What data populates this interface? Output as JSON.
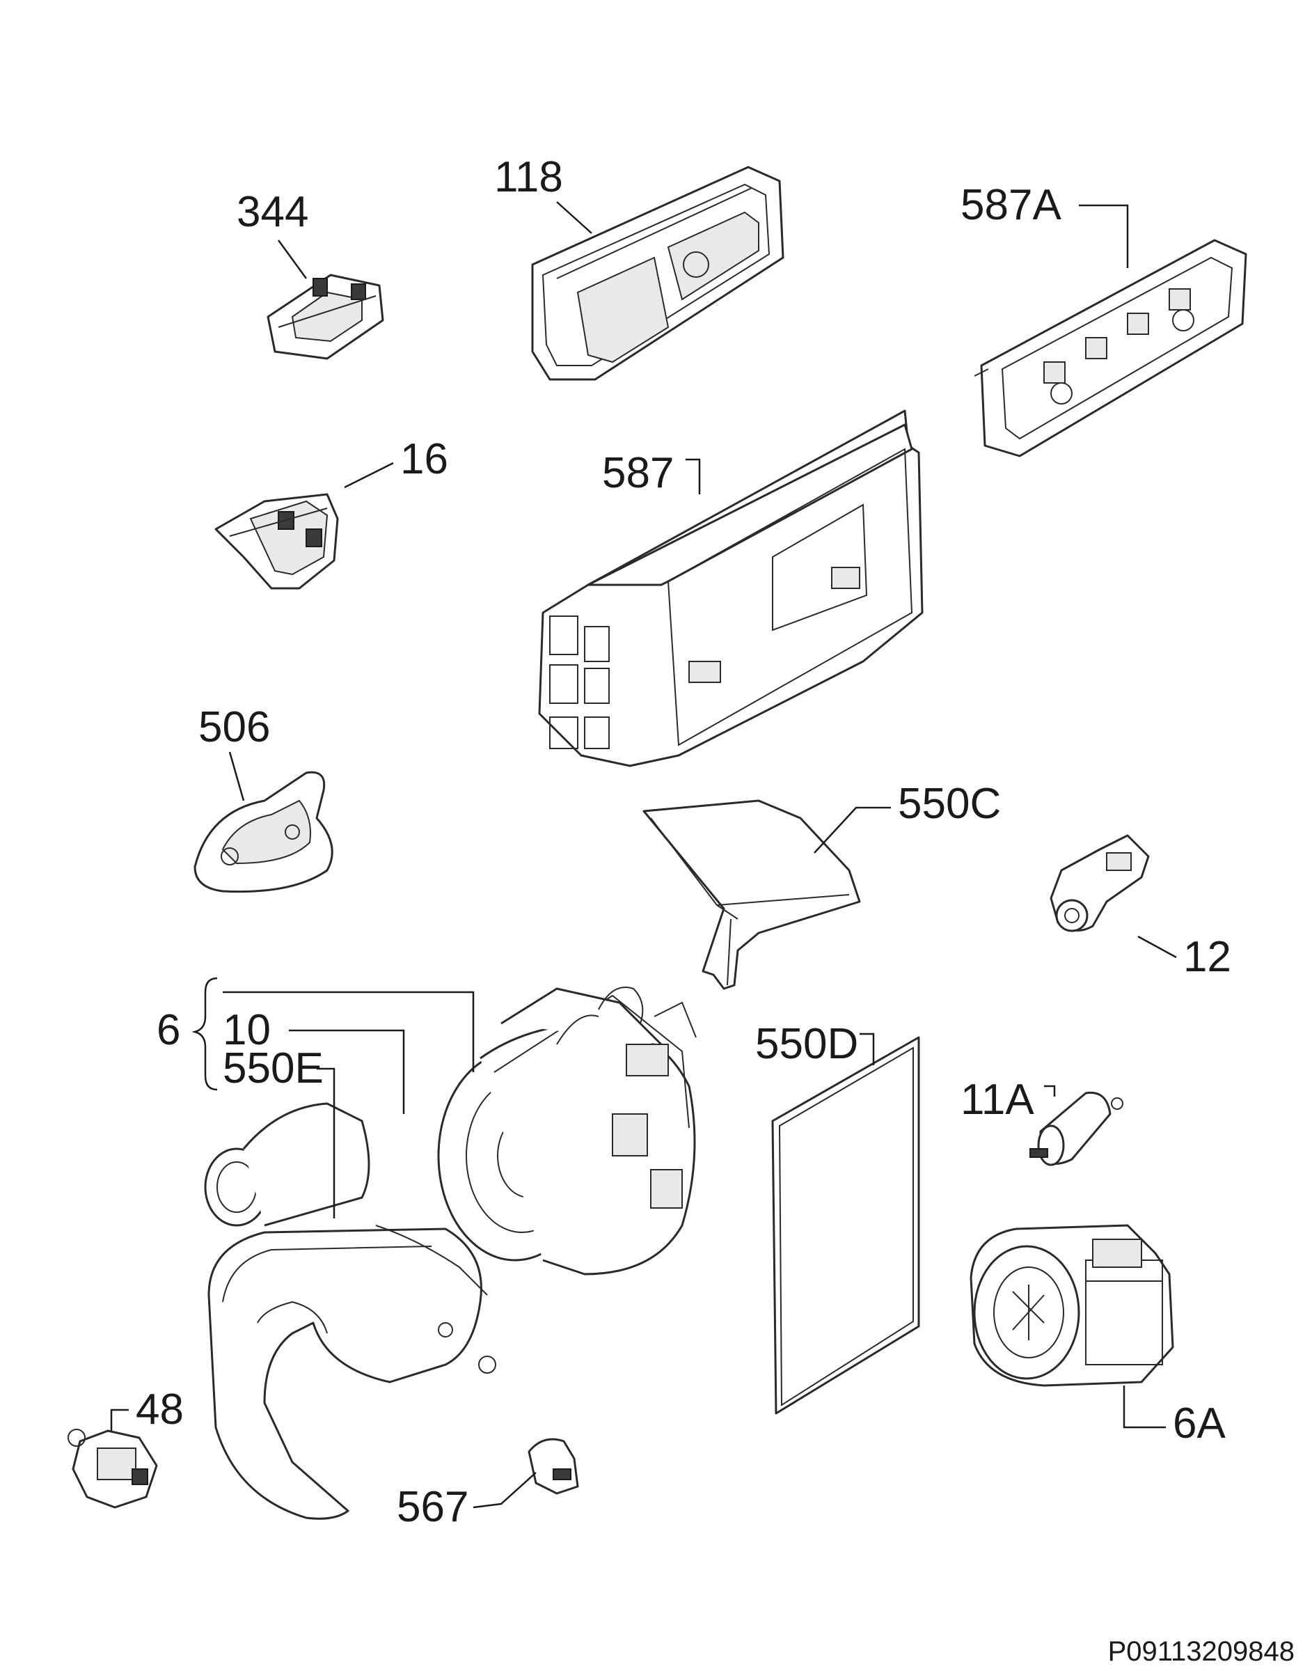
{
  "diagram": {
    "doc_number": "P09113209848",
    "labels": {
      "p344": "344",
      "p118": "118",
      "p587a": "587A",
      "p16": "16",
      "p587": "587",
      "p506": "506",
      "p550c": "550C",
      "p12": "12",
      "p6": "6",
      "p10": "10",
      "p550e": "550E",
      "p550d": "550D",
      "p11a": "11A",
      "p48": "48",
      "p6a": "6A",
      "p567": "567"
    }
  },
  "colors": {
    "line": "#2a2a2a",
    "background": "#ffffff"
  }
}
